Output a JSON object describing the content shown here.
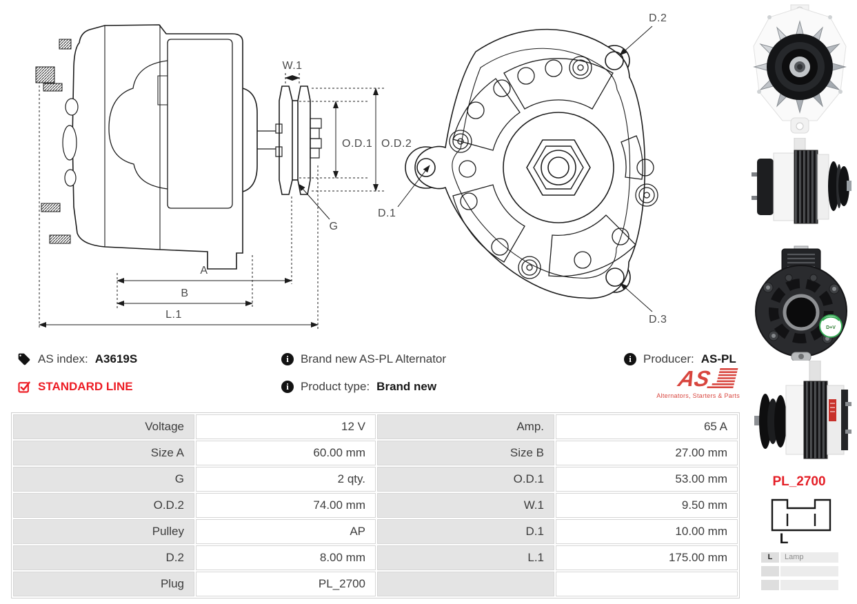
{
  "drawing": {
    "side_labels": {
      "w1": "W.1",
      "od1": "O.D.1",
      "od2": "O.D.2",
      "g": "G",
      "a": "A",
      "b": "B",
      "l1": "L.1"
    },
    "front_labels": {
      "d1": "D.1",
      "d2": "D.2",
      "d3": "D.3"
    }
  },
  "info": {
    "as_index": {
      "label": "AS index:",
      "value": "A3619S"
    },
    "standard_line": "STANDARD LINE",
    "brand_new": "Brand new AS-PL Alternator",
    "product_type": {
      "label": "Product type:",
      "value": "Brand new"
    },
    "producer": {
      "label": "Producer:",
      "value": "AS-PL"
    },
    "logo": {
      "text": "AS",
      "tagline": "Alternators, Starters & Parts"
    }
  },
  "spec_table": {
    "rows": [
      {
        "l1": "Voltage",
        "v1": "12 V",
        "l2": "Amp.",
        "v2": "65 A"
      },
      {
        "l1": "Size A",
        "v1": "60.00 mm",
        "l2": "Size B",
        "v2": "27.00 mm"
      },
      {
        "l1": "G",
        "v1": "2 qty.",
        "l2": "O.D.1",
        "v2": "53.00 mm"
      },
      {
        "l1": "O.D.2",
        "v1": "74.00 mm",
        "l2": "W.1",
        "v2": "9.50 mm"
      },
      {
        "l1": "Pulley",
        "v1": "AP",
        "l2": "D.1",
        "v2": "10.00 mm"
      },
      {
        "l1": "D.2",
        "v1": "8.00 mm",
        "l2": "L.1",
        "v2": "175.00 mm"
      },
      {
        "l1": "Plug",
        "v1": "PL_2700",
        "l2": "",
        "v2": ""
      }
    ]
  },
  "plug": {
    "name": "PL_2700",
    "pin_label": "L",
    "pin_table": [
      {
        "code": "L",
        "desc": "Lamp"
      },
      {
        "code": "",
        "desc": ""
      },
      {
        "code": "",
        "desc": ""
      }
    ]
  },
  "photos": {
    "badge_text": "D+V"
  },
  "colors": {
    "accent_red": "#ed1c24",
    "logo_red": "#d8453e",
    "line": "#1b1b1b"
  }
}
